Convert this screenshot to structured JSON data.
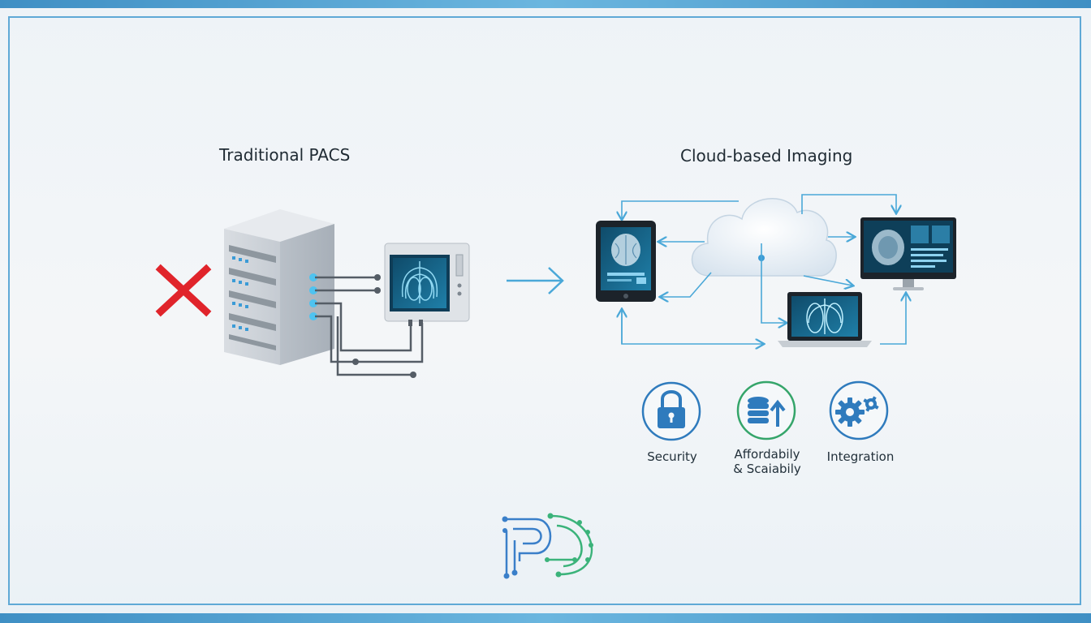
{
  "left_panel": {
    "title": "Traditional PACS"
  },
  "right_panel": {
    "title": "Cloud-based Imaging"
  },
  "benefits": [
    {
      "icon": "lock-icon",
      "label_lines": [
        "Security"
      ],
      "color": "#2f7bbd"
    },
    {
      "icon": "database-arrow-icon",
      "label_lines": [
        "Affordabily",
        "& Scaiabily"
      ],
      "color": "#35a56a"
    },
    {
      "icon": "gears-icon",
      "label_lines": [
        "Integration"
      ],
      "color": "#2f7bbd"
    }
  ],
  "colors": {
    "accent_blue": "#4aa8d8",
    "x_red": "#e0242b",
    "screen_teal": "#1e6f95",
    "logo_blue": "#3a7fc9",
    "logo_green": "#3bb37a"
  }
}
